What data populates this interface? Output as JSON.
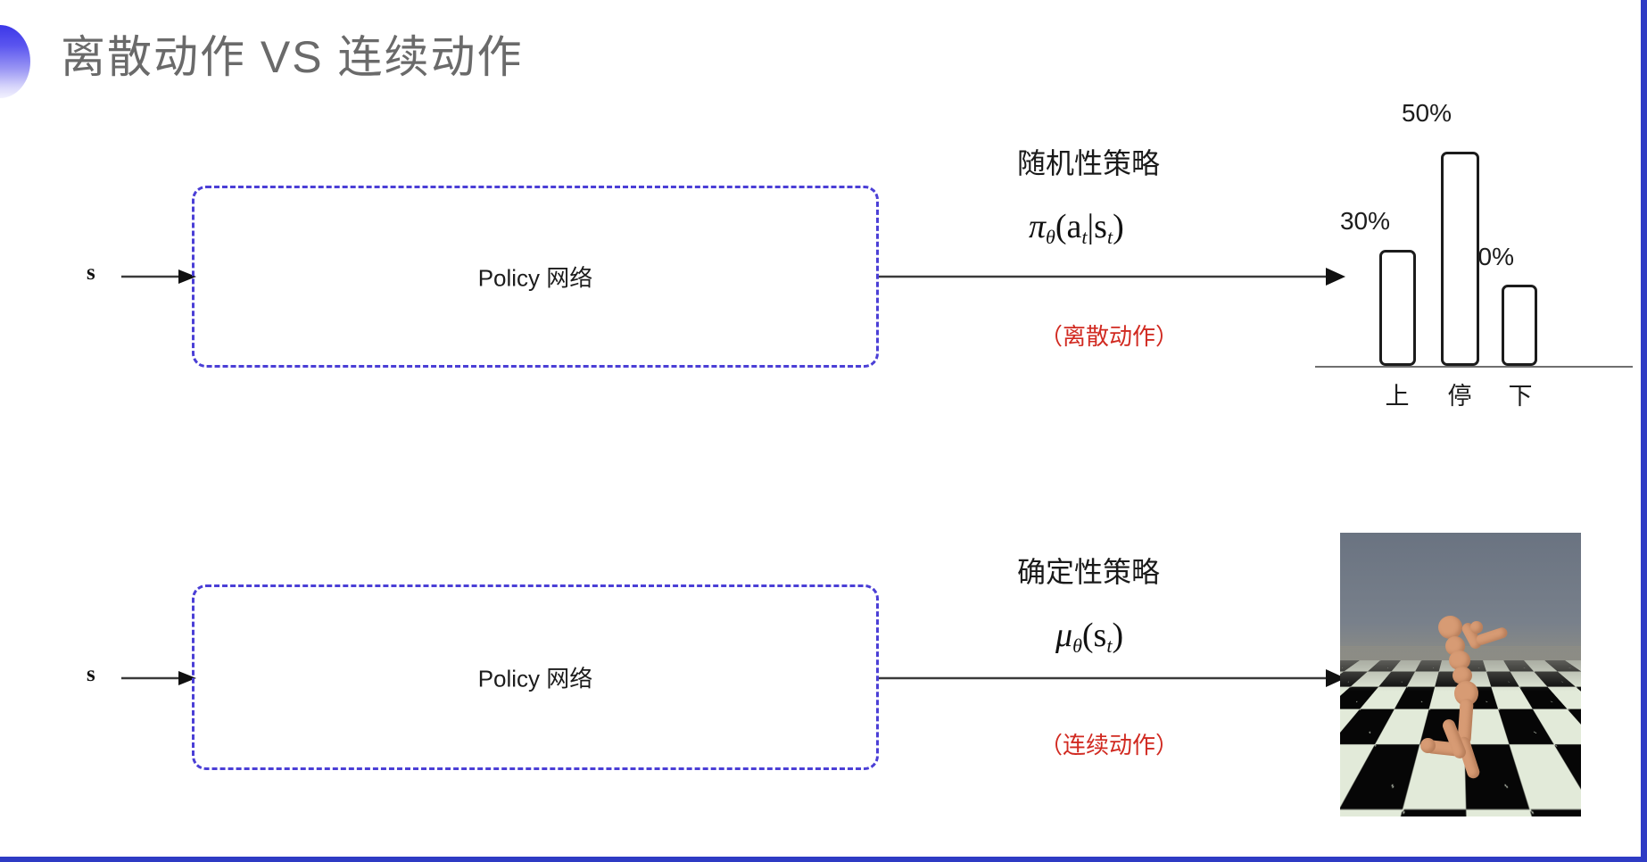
{
  "slide": {
    "title": "离散动作 VS 连续动作",
    "title_color": "#6a6a6a",
    "accent_color": "#3b36e8",
    "background": "#ffffff"
  },
  "rows": [
    {
      "id": "discrete",
      "input_label": "s",
      "box_label": "Policy 网络",
      "box_border_color": "#4b3fd6",
      "policy_type": "随机性策略",
      "formula_prefix": "π",
      "formula_sub": "θ",
      "formula_args": "(a",
      "formula_arg_sub1": "t",
      "formula_mid": "|s",
      "formula_arg_sub2": "t",
      "formula_suffix": ")",
      "note": "（离散动作）",
      "note_color": "#d12a21"
    },
    {
      "id": "continuous",
      "input_label": "s",
      "box_label": "Policy 网络",
      "box_border_color": "#4b3fd6",
      "policy_type": "确定性策略",
      "formula_prefix": "μ",
      "formula_sub": "θ",
      "formula_args": "(s",
      "formula_arg_sub1": "t",
      "formula_suffix": ")",
      "note": "（连续动作）",
      "note_color": "#d12a21"
    }
  ],
  "chart_data": {
    "type": "bar",
    "title": "",
    "categories": [
      "上",
      "停",
      "下"
    ],
    "values": [
      30,
      50,
      20
    ],
    "value_labels": [
      "30%",
      "50%",
      "20%"
    ],
    "xlabel": "",
    "ylabel": "",
    "ylim": [
      0,
      60
    ],
    "grid": false,
    "legend": "none",
    "bar_fill": "#ffffff",
    "bar_stroke": "#1c1c1c",
    "axis_color": "#6f6f6f"
  },
  "simulation": {
    "name": "humanoid-mujoco-thumbnail",
    "sky_color": "#6d7681",
    "floor_colors": [
      "#e2ead9",
      "#060606"
    ],
    "body_color": "#d79b74"
  }
}
